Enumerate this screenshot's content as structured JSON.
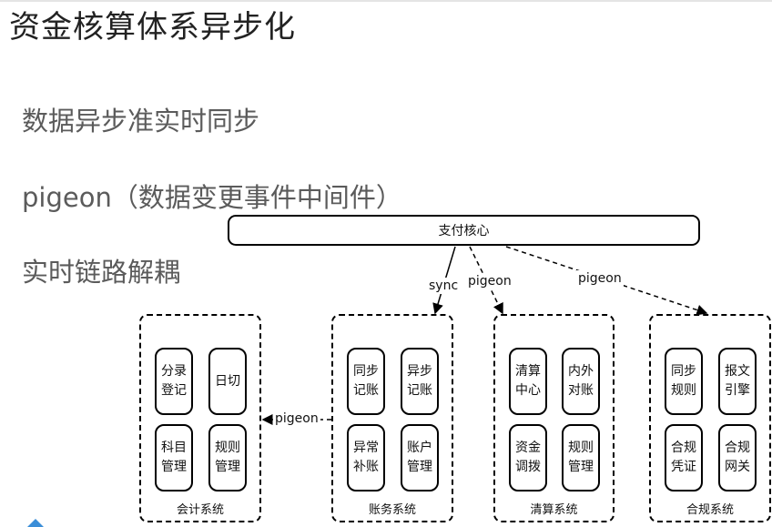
{
  "slide": {
    "title": "资金核算体系异步化",
    "bullets": [
      "数据异步准实时同步",
      "pigeon（数据变更事件中间件）",
      "实时链路解耦"
    ]
  },
  "diagram": {
    "core": "支付核心",
    "edges": {
      "sync": "sync",
      "pigeon_settlement": "pigeon",
      "pigeon_compliance": "pigeon",
      "pigeon_accounting": "pigeon"
    },
    "systems": [
      {
        "name": "会计系统",
        "modules": [
          "分录\n登记",
          "日切",
          "科目\n管理",
          "规则\n管理"
        ]
      },
      {
        "name": "账务系统",
        "modules": [
          "同步\n记账",
          "异步\n记账",
          "异常\n补账",
          "账户\n管理"
        ]
      },
      {
        "name": "清算系统",
        "modules": [
          "清算\n中心",
          "内外\n对账",
          "资金\n调拨",
          "规则\n管理"
        ]
      },
      {
        "name": "合规系统",
        "modules": [
          "同步\n规则",
          "报文\n引擎",
          "合规\n凭证",
          "合规\n网关"
        ]
      }
    ]
  }
}
